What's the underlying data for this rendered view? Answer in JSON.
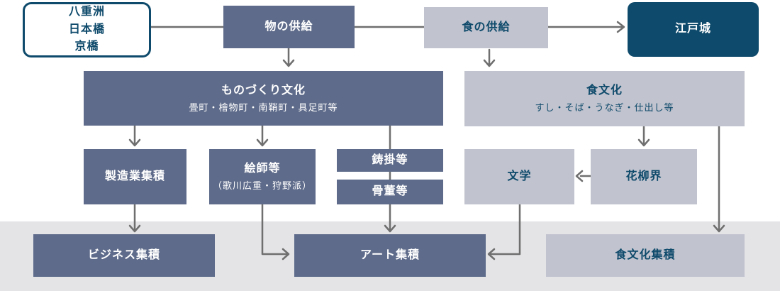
{
  "nodes": {
    "districts": {
      "lines": [
        "八重洲",
        "日本橋",
        "京橋"
      ]
    },
    "goods_supply": {
      "label": "物の供給"
    },
    "food_supply": {
      "label": "食の供給"
    },
    "edo_castle": {
      "label": "江戸城"
    },
    "monozukuri": {
      "title": "ものづくり文化",
      "subtitle": "畳町・檜物町・南鞘町・具足町等"
    },
    "food_culture": {
      "title": "食文化",
      "subtitle": "すし・そば・うなぎ・仕出し等"
    },
    "manufacturing": {
      "label": "製造業集積"
    },
    "painters": {
      "title": "絵師等",
      "subtitle": "（歌川広重・狩野派）"
    },
    "tinkers": {
      "label": "鋳掛等"
    },
    "antiques": {
      "label": "骨董等"
    },
    "literature": {
      "label": "文学"
    },
    "karyukai": {
      "label": "花柳界"
    },
    "business_cluster": {
      "label": "ビジネス集積"
    },
    "art_cluster": {
      "label": "アート集積"
    },
    "food_culture_cluster": {
      "label": "食文化集積"
    }
  },
  "colors": {
    "slate_box": "#5e6b8a",
    "light_gray_box": "#c1c3ce",
    "navy": "#0e4a6b",
    "arrow_gray": "#6f6f6f",
    "bottom_band": "#e4e4e7",
    "background": "#ffffff"
  }
}
